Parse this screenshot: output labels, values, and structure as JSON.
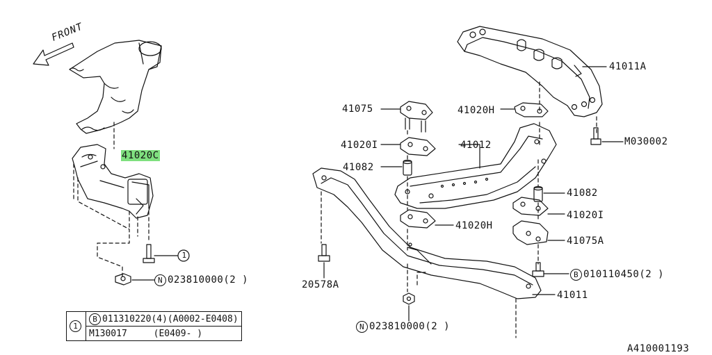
{
  "direction_label": "FRONT",
  "diagram_id": "A410001193",
  "labels": {
    "p41020C": "41020C",
    "p41011A": "41011A",
    "p41075": "41075",
    "p41020H_top": "41020H",
    "pM030002": "M030002",
    "p41020I_left": "41020I",
    "p41012": "41012",
    "p41082_left": "41082",
    "p41082_right": "41082",
    "p41020I_right": "41020I",
    "p41020H_mid": "41020H",
    "p41075A": "41075A",
    "p20578A": "20578A",
    "p41011": "41011",
    "callout_1": "1",
    "nut_left_prefix": "N",
    "nut_left": "023810000(2 )",
    "bolt_b_prefix": "B",
    "bolt_b": "010110450(2 )",
    "nut_bottom_prefix": "N",
    "nut_bottom": "023810000(2 )"
  },
  "spec_table": {
    "ref": "1",
    "row1_prefix": "B",
    "row1": "011310220(4)(A0002-E0408)",
    "row2_part": "M130017",
    "row2_range": "(E0409-         )"
  }
}
